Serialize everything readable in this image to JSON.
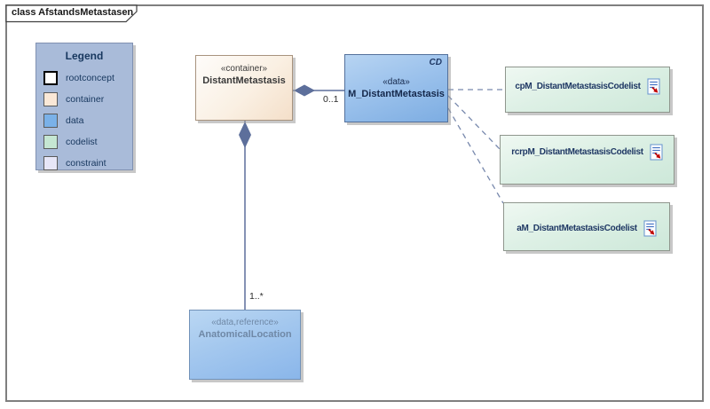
{
  "frame": {
    "title": "class AfstandsMetastasen"
  },
  "legend": {
    "title": "Legend",
    "items": [
      {
        "label": "rootconcept",
        "swatch": "#ffffff",
        "swatch_border": "#000000"
      },
      {
        "label": "container",
        "swatch": "#fbe8d7",
        "swatch_border": "#5a5a5a"
      },
      {
        "label": "data",
        "swatch": "#7ab1e8",
        "swatch_border": "#5a5a5a"
      },
      {
        "label": "codelist",
        "swatch": "#c5e6d2",
        "swatch_border": "#5a5a5a"
      },
      {
        "label": "constraint",
        "swatch": "#e6e6f7",
        "swatch_border": "#5a5a5a"
      }
    ]
  },
  "nodes": {
    "distant_metastasis": {
      "stereotype": "«container»",
      "name": "DistantMetastasis"
    },
    "m_distant_metastasis": {
      "stereotype": "«data»",
      "name": "M_DistantMetastasis",
      "corner_tag": "CD"
    },
    "anatomical_location": {
      "stereotype": "«data,reference»",
      "name": "AnatomicalLocation"
    },
    "codelists": [
      {
        "name": "cpM_DistantMetastasisCodelist"
      },
      {
        "name": "rcrpM_DistantMetastasisCodelist"
      },
      {
        "name": "aM_DistantMetastasisCodelist"
      }
    ]
  },
  "connectors": {
    "container_to_data": {
      "type": "composition",
      "multiplicity": "0..1"
    },
    "container_to_reference": {
      "type": "composition",
      "multiplicity": "1..*"
    }
  },
  "colors": {
    "container_fill": "#f7e3cf",
    "data_fill": "#8cb8e8",
    "codelist_fill": "#d2ebdd",
    "constraint_fill": "#e6e6f7",
    "legend_fill": "#a9bbd9",
    "connector": "#5d6f9b",
    "dependency": "#7889ad"
  }
}
